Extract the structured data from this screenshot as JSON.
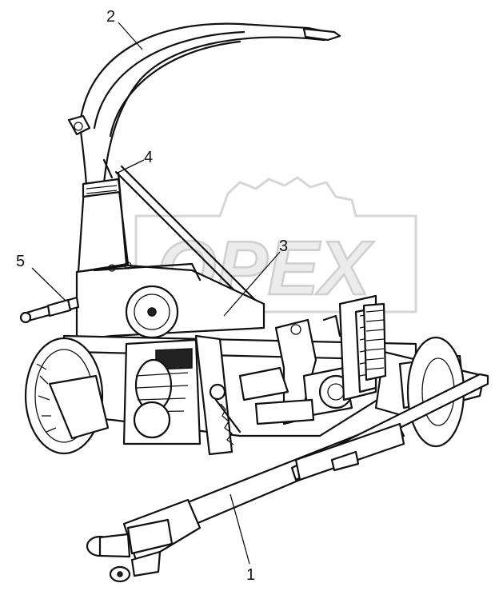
{
  "diagram": {
    "watermark_text": "OPEX",
    "callouts": [
      {
        "id": "1",
        "label": "1"
      },
      {
        "id": "2",
        "label": "2"
      },
      {
        "id": "3",
        "label": "3"
      },
      {
        "id": "4",
        "label": "4"
      },
      {
        "id": "5",
        "label": "5"
      }
    ]
  }
}
